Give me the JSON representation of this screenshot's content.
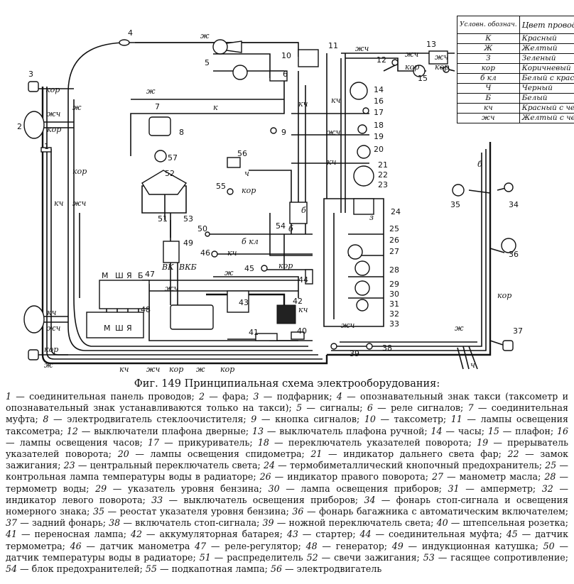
{
  "wire_table": {
    "header_code": "Условн. обознач.",
    "header_color": "Цвет провода",
    "rows": [
      {
        "code": "К",
        "color": "Красный"
      },
      {
        "code": "Ж",
        "color": "Желтый"
      },
      {
        "code": "З",
        "color": "Зеленый"
      },
      {
        "code": "кор",
        "color": "Коричневый"
      },
      {
        "code": "б кл",
        "color": "Белый с красн.пр"
      },
      {
        "code": "Ч",
        "color": "Черный"
      },
      {
        "code": "Б",
        "color": "Белый"
      },
      {
        "code": "кч",
        "color": "Красный с черн."
      },
      {
        "code": "жч",
        "color": "Желтый с черн."
      }
    ]
  },
  "wire_labels": {
    "kor": "кор",
    "zhch": "жч",
    "kch": "кч",
    "zh": "ж",
    "k": "к",
    "ch": "ч",
    "b": "б",
    "z": "з",
    "bkl": "б кл",
    "vk": "ВК",
    "vkb": "ВКБ"
  },
  "relay_terms": {
    "m": "М",
    "sh": "Ш",
    "ya": "Я",
    "b": "Б"
  },
  "nums": {
    "n1": "1",
    "n2": "2",
    "n3": "3",
    "n4": "4",
    "n5": "5",
    "n6": "6",
    "n7": "7",
    "n8": "8",
    "n9": "9",
    "n10": "10",
    "n11": "11",
    "n12": "12",
    "n13": "13",
    "n14": "14",
    "n15": "15",
    "n16": "16",
    "n17": "17",
    "n18": "18",
    "n19": "19",
    "n20": "20",
    "n21": "21",
    "n22": "22",
    "n23": "23",
    "n24": "24",
    "n25": "25",
    "n26": "26",
    "n27": "27",
    "n28": "28",
    "n29": "29",
    "n30": "30",
    "n31": "31",
    "n32": "32",
    "n33": "33",
    "n34": "34",
    "n35": "35",
    "n36": "36",
    "n37": "37",
    "n38": "38",
    "n39": "39",
    "n40": "40",
    "n41": "41",
    "n42": "42",
    "n43": "43",
    "n44": "44",
    "n45": "45",
    "n46": "46",
    "n47": "47",
    "n48": "48",
    "n49": "49",
    "n50": "50",
    "n51": "51",
    "n52": "52",
    "n53": "53",
    "n54": "54",
    "n55": "55",
    "n56": "56",
    "n57": "57"
  },
  "caption": "Фиг. 149 Принципиальная схема электрооборудования:",
  "legend": [
    {
      "n": "1",
      "t": "соединительная панель проводов;"
    },
    {
      "n": "2",
      "t": "фара;"
    },
    {
      "n": "3",
      "t": "подфарник;"
    },
    {
      "n": "4",
      "t": "опознавательный знак такси (таксометр и опознавательный знак устанавливаются только на такси);"
    },
    {
      "n": "5",
      "t": "сигналы;"
    },
    {
      "n": "6",
      "t": "реле сигналов;"
    },
    {
      "n": "7",
      "t": "соединительная муфта;"
    },
    {
      "n": "8",
      "t": "электродвигатель стеклоочистителя;"
    },
    {
      "n": "9",
      "t": "кнопка сигналов;"
    },
    {
      "n": "10",
      "t": "таксометр;"
    },
    {
      "n": "11",
      "t": "лампы освещения таксометра;"
    },
    {
      "n": "12",
      "t": "выключатели плафона дверные;"
    },
    {
      "n": "13",
      "t": "выключатель плафона ручной;"
    },
    {
      "n": "14",
      "t": "часы;"
    },
    {
      "n": "15",
      "t": "плафон;"
    },
    {
      "n": "16",
      "t": "лампы освещения часов;"
    },
    {
      "n": "17",
      "t": "прикуриватель;"
    },
    {
      "n": "18",
      "t": "переключатель указателей поворота;"
    },
    {
      "n": "19",
      "t": "прерыватель указателей поворота;"
    },
    {
      "n": "20",
      "t": "лампы освещения спидометра;"
    },
    {
      "n": "21",
      "t": "индикатор дальнего света фар;"
    },
    {
      "n": "22",
      "t": "замок зажигания;"
    },
    {
      "n": "23",
      "t": "центральный переключатель света;"
    },
    {
      "n": "24",
      "t": "термобиметаллический кнопочный предохранитель;"
    },
    {
      "n": "25",
      "t": "контрольная лампа температуры воды в радиаторе;"
    },
    {
      "n": "26",
      "t": "индикатор правого поворота;"
    },
    {
      "n": "27",
      "t": "манометр масла;"
    },
    {
      "n": "28",
      "t": "термометр воды;"
    },
    {
      "n": "29",
      "t": "указатель уровня бензина;"
    },
    {
      "n": "30",
      "t": "лампа освещения приборов;"
    },
    {
      "n": "31",
      "t": "амперметр;"
    },
    {
      "n": "32",
      "t": "индикатор левого поворота;"
    },
    {
      "n": "33",
      "t": "выключатель освещения приборов;"
    },
    {
      "n": "34",
      "t": "фонарь стоп-сигнала и освещения номерного знака;"
    },
    {
      "n": "35",
      "t": "реостат указателя уровня бензина;"
    },
    {
      "n": "36",
      "t": "фонарь багажника с автоматическим включателем;"
    },
    {
      "n": "37",
      "t": "задний фонарь;"
    },
    {
      "n": "38",
      "t": "включатель стоп-сигнала;"
    },
    {
      "n": "39",
      "t": "ножной переключатель света;"
    },
    {
      "n": "40",
      "t": "штепсельная розетка;"
    },
    {
      "n": "41",
      "t": "переносная лампа;"
    },
    {
      "n": "42",
      "t": "аккумуляторная батарея;"
    },
    {
      "n": "43",
      "t": "стартер;"
    },
    {
      "n": "44",
      "t": "соединительная муфта;"
    },
    {
      "n": "45",
      "t": "датчик термометра;"
    },
    {
      "n": "46",
      "t": "датчик манометра"
    },
    {
      "n": "47",
      "t": "реле-регулятор;"
    },
    {
      "n": "48",
      "t": "генератор;"
    },
    {
      "n": "49",
      "t": "индукционная катушка;"
    },
    {
      "n": "50",
      "t": "датчик температуры воды в радиаторе;"
    },
    {
      "n": "51",
      "t": "распределитель"
    },
    {
      "n": "52",
      "t": "свечи зажигания;"
    },
    {
      "n": "53",
      "t": "гасящее сопротивление;"
    },
    {
      "n": "54",
      "t": "блок предохранителей;"
    },
    {
      "n": "55",
      "t": "подкапотная лампа;"
    },
    {
      "n": "56",
      "t": "электродвигатель"
    }
  ]
}
